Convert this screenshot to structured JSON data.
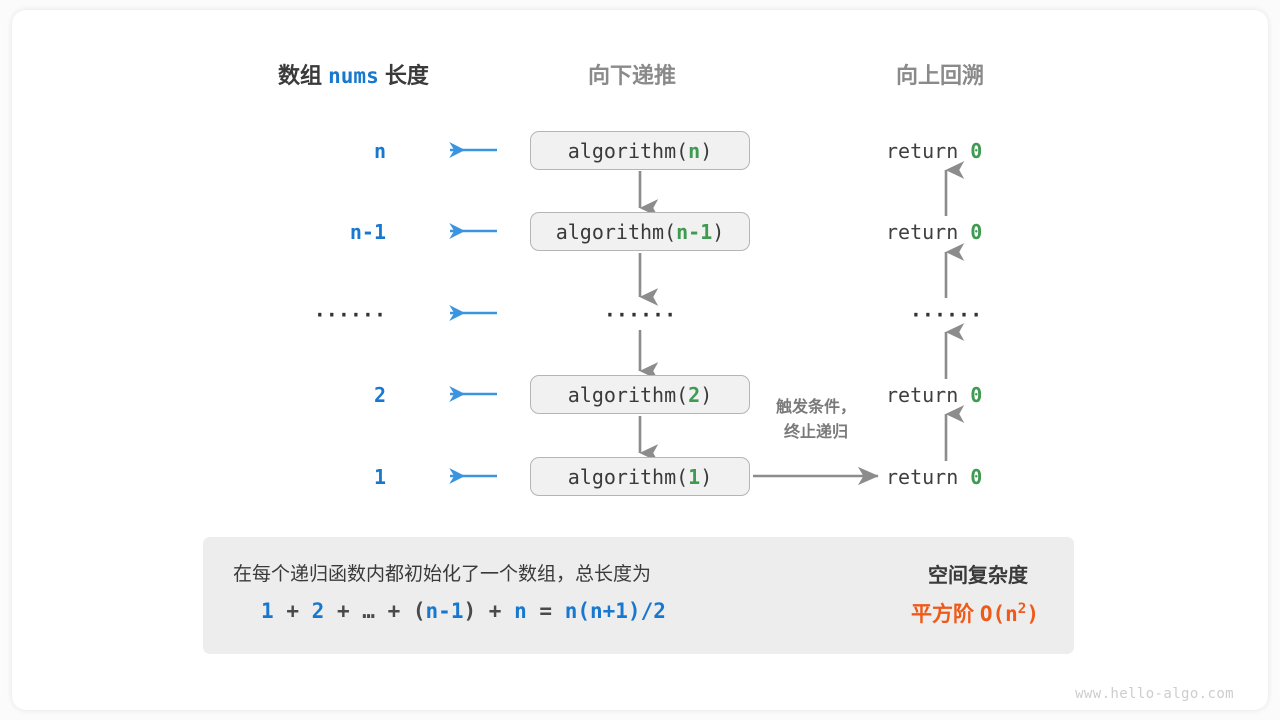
{
  "page": {
    "watermark": "www.hello-algo.com",
    "background": "#fbfbfb",
    "card_background": "#ffffff"
  },
  "colors": {
    "blue": "#1878cf",
    "arrow_blue": "#3b94e0",
    "green": "#3f9a52",
    "gray_arrow": "#8c8c8c",
    "orange": "#ef5a19",
    "header_gray": "#8a8a8a",
    "text_dark": "#3a3a3a",
    "box_fill": "#f1f1f1",
    "box_border": "#b5b5b5",
    "panel_fill": "#ededed"
  },
  "headers": {
    "left_prefix": "数组",
    "left_code": "nums",
    "left_suffix": "长度",
    "middle": "向下递推",
    "right": "向上回溯"
  },
  "rows": [
    {
      "length": "n",
      "call_prefix": "algorithm(",
      "call_arg": "n",
      "call_suffix": ")",
      "return_label": "return",
      "return_value": "0",
      "is_dots": false
    },
    {
      "length": "n-1",
      "call_prefix": "algorithm(",
      "call_arg": "n-1",
      "call_suffix": ")",
      "return_label": "return",
      "return_value": "0",
      "is_dots": false
    },
    {
      "length": "······",
      "call_prefix": "",
      "call_arg": "······",
      "call_suffix": "",
      "return_label": "······",
      "return_value": "",
      "is_dots": true
    },
    {
      "length": "2",
      "call_prefix": "algorithm(",
      "call_arg": "2",
      "call_suffix": ")",
      "return_label": "return",
      "return_value": "0",
      "is_dots": false
    },
    {
      "length": "1",
      "call_prefix": "algorithm(",
      "call_arg": "1",
      "call_suffix": ")",
      "return_label": "return",
      "return_value": "0",
      "is_dots": false
    }
  ],
  "annotation": {
    "line1": "触发条件，",
    "line2": "终止递归"
  },
  "summary": {
    "description": "在每个递归函数内都初始化了一个数组，总长度为",
    "formula_parts": [
      {
        "text": "1",
        "style": "var"
      },
      {
        "text": "+",
        "style": "op"
      },
      {
        "text": "2",
        "style": "var"
      },
      {
        "text": "+",
        "style": "op"
      },
      {
        "text": "…",
        "style": "op"
      },
      {
        "text": "+",
        "style": "op"
      },
      {
        "text": "(",
        "style": "op"
      },
      {
        "text": "n-1",
        "style": "var"
      },
      {
        "text": ")",
        "style": "op"
      },
      {
        "text": "+",
        "style": "op"
      },
      {
        "text": "n",
        "style": "var"
      },
      {
        "text": "=",
        "style": "op"
      },
      {
        "text": "n(n+1)/2",
        "style": "var"
      }
    ],
    "formula_plain": "1 + 2 + … + ( n-1 ) + n = n(n+1)/2",
    "result_title": "空间复杂度",
    "result_prefix": "平方阶",
    "result_notation_base": "O(n",
    "result_notation_exp": "2",
    "result_notation_close": ")"
  }
}
